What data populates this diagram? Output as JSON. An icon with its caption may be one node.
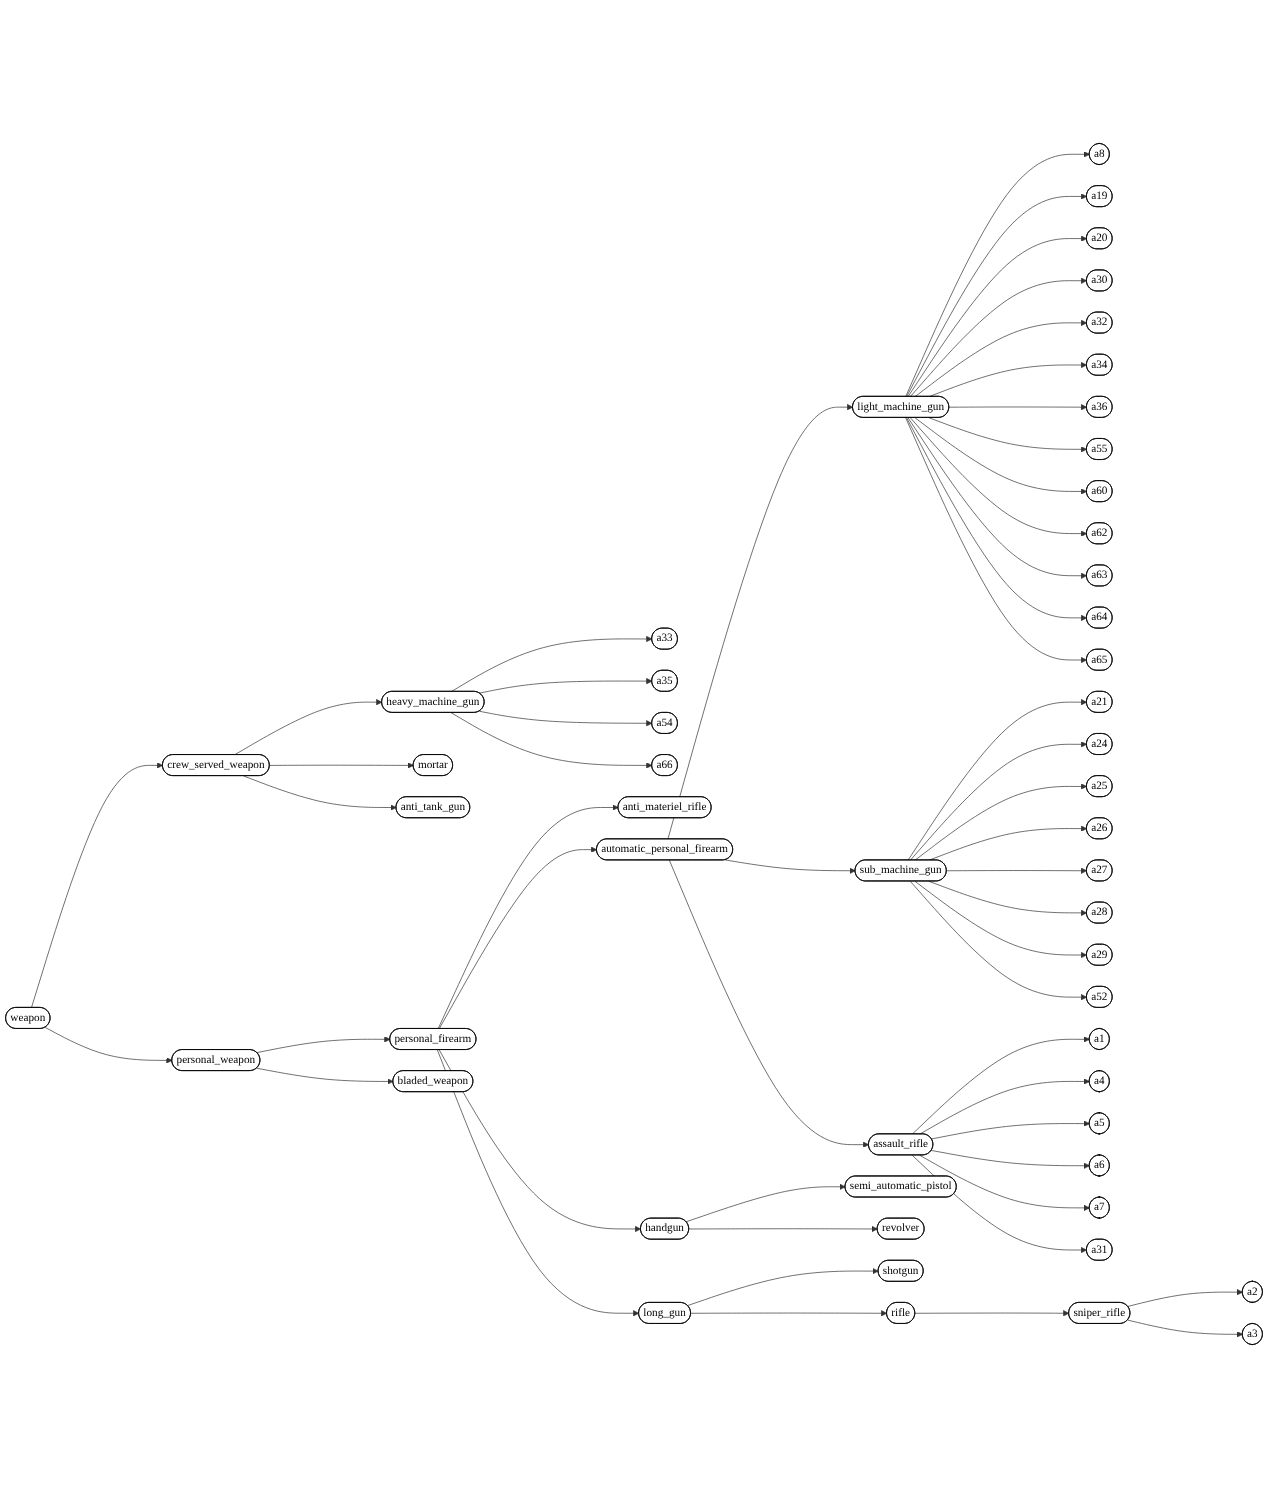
{
  "diagram": {
    "nodes": [
      {
        "text": [
          "weapon"
        ]
      },
      {
        "text": [
          "crew_served_weapon"
        ]
      },
      {
        "text": [
          "personal_weapon"
        ]
      },
      {
        "text": [
          "heavy_machine_gun"
        ]
      },
      {
        "text": [
          "mortar"
        ]
      },
      {
        "text": [
          "anti_tank_gun"
        ]
      },
      {
        "text": [
          "personal_firearm"
        ]
      },
      {
        "text": [
          "bladed_weapon"
        ]
      },
      {
        "text": [
          "a33"
        ]
      },
      {
        "text": [
          "a35"
        ]
      },
      {
        "text": [
          "a54"
        ]
      },
      {
        "text": [
          "a66"
        ]
      },
      {
        "text": [
          "anti_materiel_rifle"
        ]
      },
      {
        "text": [
          "automatic_personal_firearm"
        ]
      },
      {
        "text": [
          "handgun"
        ]
      },
      {
        "text": [
          "long_gun"
        ]
      },
      {
        "text": [
          "light_machine_gun"
        ]
      },
      {
        "text": [
          "sub_machine_gun"
        ]
      },
      {
        "text": [
          "assault_rifle"
        ]
      },
      {
        "text": [
          "semi_automatic_pistol"
        ]
      },
      {
        "text": [
          "revolver"
        ]
      },
      {
        "text": [
          "shotgun"
        ]
      },
      {
        "text": [
          "rifle"
        ]
      },
      {
        "text": [
          "sniper_rifle"
        ]
      },
      {
        "text": [
          "a8"
        ]
      },
      {
        "text": [
          "a19"
        ]
      },
      {
        "text": [
          "a20"
        ]
      },
      {
        "text": [
          "a30"
        ]
      },
      {
        "text": [
          "a32"
        ]
      },
      {
        "text": [
          "a34"
        ]
      },
      {
        "text": [
          "a36"
        ]
      },
      {
        "text": [
          "a55"
        ]
      },
      {
        "text": [
          "a60"
        ]
      },
      {
        "text": [
          "a62"
        ]
      },
      {
        "text": [
          "a63"
        ]
      },
      {
        "text": [
          "a64"
        ]
      },
      {
        "text": [
          "a65"
        ]
      },
      {
        "text": [
          "a21"
        ]
      },
      {
        "text": [
          "a24"
        ]
      },
      {
        "text": [
          "a25"
        ]
      },
      {
        "text": [
          "a26"
        ]
      },
      {
        "text": [
          "a27"
        ]
      },
      {
        "text": [
          "a28"
        ]
      },
      {
        "text": [
          "a29"
        ]
      },
      {
        "text": [
          "a52"
        ]
      },
      {
        "text": [
          "a1"
        ]
      },
      {
        "text": [
          "a4"
        ]
      },
      {
        "text": [
          "a5"
        ]
      },
      {
        "text": [
          "a6"
        ]
      },
      {
        "text": [
          "a7"
        ]
      },
      {
        "text": [
          "a31"
        ]
      },
      {
        "text": [
          "a2"
        ]
      },
      {
        "text": [
          "a3"
        ]
      }
    ],
    "edges": [
      {
        "from": 0,
        "to": 1,
        "arrow": "to"
      },
      {
        "from": 0,
        "to": 2,
        "arrow": "to"
      },
      {
        "from": 1,
        "to": 3,
        "arrow": "to"
      },
      {
        "from": 1,
        "to": 4,
        "arrow": "to"
      },
      {
        "from": 1,
        "to": 5,
        "arrow": "to"
      },
      {
        "from": 2,
        "to": 6,
        "arrow": "to"
      },
      {
        "from": 2,
        "to": 7,
        "arrow": "to"
      },
      {
        "from": 3,
        "to": 8,
        "arrow": "to"
      },
      {
        "from": 3,
        "to": 9,
        "arrow": "to"
      },
      {
        "from": 3,
        "to": 10,
        "arrow": "to"
      },
      {
        "from": 3,
        "to": 11,
        "arrow": "to"
      },
      {
        "from": 6,
        "to": 12,
        "arrow": "to"
      },
      {
        "from": 6,
        "to": 13,
        "arrow": "to"
      },
      {
        "from": 6,
        "to": 14,
        "arrow": "to"
      },
      {
        "from": 6,
        "to": 15,
        "arrow": "to"
      },
      {
        "from": 13,
        "to": 16,
        "arrow": "to"
      },
      {
        "from": 13,
        "to": 17,
        "arrow": "to"
      },
      {
        "from": 13,
        "to": 18,
        "arrow": "to"
      },
      {
        "from": 14,
        "to": 19,
        "arrow": "to"
      },
      {
        "from": 14,
        "to": 20,
        "arrow": "to"
      },
      {
        "from": 15,
        "to": 21,
        "arrow": "to"
      },
      {
        "from": 15,
        "to": 22,
        "arrow": "to"
      },
      {
        "from": 22,
        "to": 23,
        "arrow": "to"
      },
      {
        "from": 16,
        "to": 24,
        "arrow": "to"
      },
      {
        "from": 16,
        "to": 25,
        "arrow": "to"
      },
      {
        "from": 16,
        "to": 26,
        "arrow": "to"
      },
      {
        "from": 16,
        "to": 27,
        "arrow": "to"
      },
      {
        "from": 16,
        "to": 28,
        "arrow": "to"
      },
      {
        "from": 16,
        "to": 29,
        "arrow": "to"
      },
      {
        "from": 16,
        "to": 30,
        "arrow": "to"
      },
      {
        "from": 16,
        "to": 31,
        "arrow": "to"
      },
      {
        "from": 16,
        "to": 32,
        "arrow": "to"
      },
      {
        "from": 16,
        "to": 33,
        "arrow": "to"
      },
      {
        "from": 16,
        "to": 34,
        "arrow": "to"
      },
      {
        "from": 16,
        "to": 35,
        "arrow": "to"
      },
      {
        "from": 16,
        "to": 36,
        "arrow": "to"
      },
      {
        "from": 17,
        "to": 37,
        "arrow": "to"
      },
      {
        "from": 17,
        "to": 38,
        "arrow": "to"
      },
      {
        "from": 17,
        "to": 39,
        "arrow": "to"
      },
      {
        "from": 17,
        "to": 40,
        "arrow": "to"
      },
      {
        "from": 17,
        "to": 41,
        "arrow": "to"
      },
      {
        "from": 17,
        "to": 42,
        "arrow": "to"
      },
      {
        "from": 17,
        "to": 43,
        "arrow": "to"
      },
      {
        "from": 17,
        "to": 44,
        "arrow": "to"
      },
      {
        "from": 18,
        "to": 45,
        "arrow": "to"
      },
      {
        "from": 18,
        "to": 46,
        "arrow": "to"
      },
      {
        "from": 18,
        "to": 47,
        "arrow": "to"
      },
      {
        "from": 18,
        "to": 48,
        "arrow": "to"
      },
      {
        "from": 18,
        "to": 49,
        "arrow": "to"
      },
      {
        "from": 18,
        "to": 50,
        "arrow": "to"
      },
      {
        "from": 23,
        "to": 51,
        "arrow": "to"
      },
      {
        "from": 23,
        "to": 52,
        "arrow": "to"
      }
    ]
  }
}
